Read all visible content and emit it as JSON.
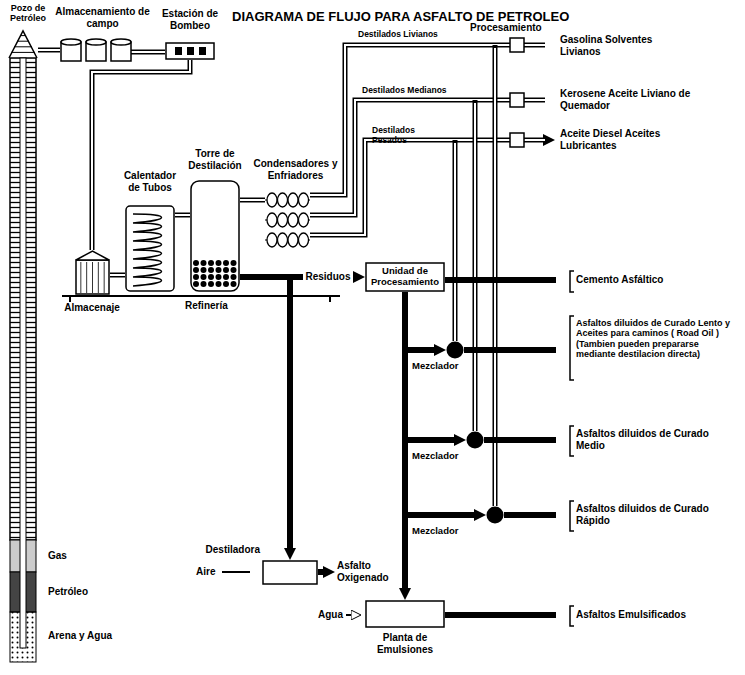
{
  "diagram": {
    "title": "DIAGRAMA DE FLUJO PARA ASFALTO DE PETROLEO",
    "nodes": [
      {
        "text": [
          "Pozo de Petróleo"
        ]
      },
      {
        "text": [
          "Almacenamiento de campo"
        ]
      },
      {
        "text": [
          "Estación de Bombeo"
        ]
      },
      {
        "text": [
          "Almacenaje"
        ]
      },
      {
        "text": [
          "Calentador de Tubos"
        ]
      },
      {
        "text": [
          "Torre de Destilación"
        ]
      },
      {
        "text": [
          "Condensadores y Enfriadores"
        ]
      },
      {
        "text": [
          "Unidad de Procesamiento"
        ]
      },
      {
        "text": [
          "Mezclador"
        ]
      },
      {
        "text": [
          "Mezclador"
        ]
      },
      {
        "text": [
          "Mezclador"
        ]
      },
      {
        "text": [
          "Destiladora"
        ]
      },
      {
        "text": [
          "Planta de Emulsiones"
        ]
      }
    ],
    "edges": [
      {
        "from": 0,
        "to": 1,
        "arrow": "none"
      },
      {
        "from": 1,
        "to": 2,
        "arrow": "none"
      },
      {
        "from": 2,
        "to": 3,
        "arrow": "none"
      },
      {
        "from": 3,
        "to": 4,
        "arrow": "none"
      },
      {
        "from": 4,
        "to": 5,
        "arrow": "none"
      },
      {
        "from": 5,
        "to": 6,
        "arrow": "none"
      },
      {
        "from": 5,
        "to": 7,
        "label": "Residuos",
        "arrow": "to"
      },
      {
        "from": 5,
        "to": 11,
        "arrow": "to"
      },
      {
        "from": 7,
        "to": 8,
        "arrow": "to"
      },
      {
        "from": 7,
        "to": 9,
        "arrow": "to"
      },
      {
        "from": 7,
        "to": 10,
        "arrow": "to"
      },
      {
        "from": 7,
        "to": 12,
        "arrow": "to"
      }
    ],
    "labels": [
      "Gas",
      "Petróleo",
      "Arena y Agua",
      "Refinería",
      "Destilados Livianos",
      "Destilados Medianos",
      "Destilados Pesados",
      "Procesamiento",
      "Gasolina Solventes Livianos",
      "Kerosene Aceite Liviano de Quemador",
      "Aceite Diesel Aceites Lubricantes",
      "Cemento Asfáltico",
      "Asfaltos diluidos de Curado Lento y Aceites para caminos ( Road Oil ) (Tambien pueden prepararse mediante destilacion directa)",
      "Asfaltos diluidos de Curado Medio",
      "Asfaltos diluidos de Curado Rápido",
      "Aire",
      "Asfalto Oxigenado",
      "Agua",
      "Asfaltos Emulsificados"
    ]
  }
}
